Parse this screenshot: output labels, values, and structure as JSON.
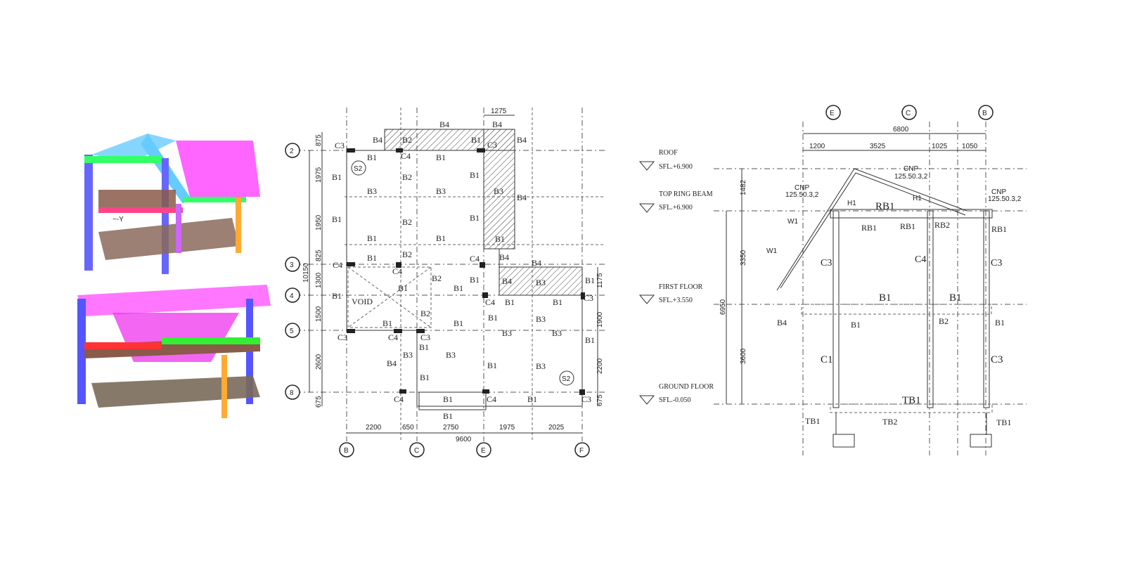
{
  "model3d": {
    "title": "",
    "label_fragment": "~-Y"
  },
  "plan": {
    "grid_rows": [
      "2",
      "3",
      "4",
      "5",
      "8"
    ],
    "grid_cols": [
      "B",
      "C",
      "E",
      "F"
    ],
    "top_dim": "1275",
    "left_dims": [
      "875",
      "1975",
      "1950",
      "825",
      "1300",
      "1500",
      "2600",
      "675"
    ],
    "overall_left_dim": "10150",
    "right_dims": [
      "1175",
      "1900",
      "2200",
      "675"
    ],
    "bottom_dims": [
      "2200",
      "650",
      "2750",
      "1975",
      "2025"
    ],
    "overall_bottom_dim": "9600",
    "void_label": "VOID",
    "slab_tag": "S2",
    "labels": {
      "B1": "B1",
      "B2": "B2",
      "B3": "B3",
      "B4": "B4",
      "C3": "C3",
      "C4": "C4"
    }
  },
  "section": {
    "grid": [
      "E",
      "C",
      "B"
    ],
    "overall_dim": "6800",
    "dims": [
      "1200",
      "3525",
      "1025",
      "1050"
    ],
    "levels": [
      {
        "name": "ROOF",
        "value": "SFL.+6.900"
      },
      {
        "name": "TOP RING BEAM",
        "value": "SFL.+6.900"
      },
      {
        "name": "FIRST FLOOR",
        "value": "SFL.+3.550"
      },
      {
        "name": "GROUND FLOOR",
        "value": "SFL.-0.050"
      }
    ],
    "vdims": [
      "1482",
      "3350",
      "3600"
    ],
    "overall_vdim": "6950",
    "members": {
      "RB1": "RB1",
      "RB2": "RB2",
      "B1": "B1",
      "B2": "B2",
      "B4": "B4",
      "C1": "C1",
      "C3": "C3",
      "C4": "C4",
      "TB1": "TB1",
      "TB2": "TB2",
      "W1": "W1",
      "H1": "H1",
      "CNP": "CNP",
      "CNP_size": "125.50.3,2"
    }
  }
}
